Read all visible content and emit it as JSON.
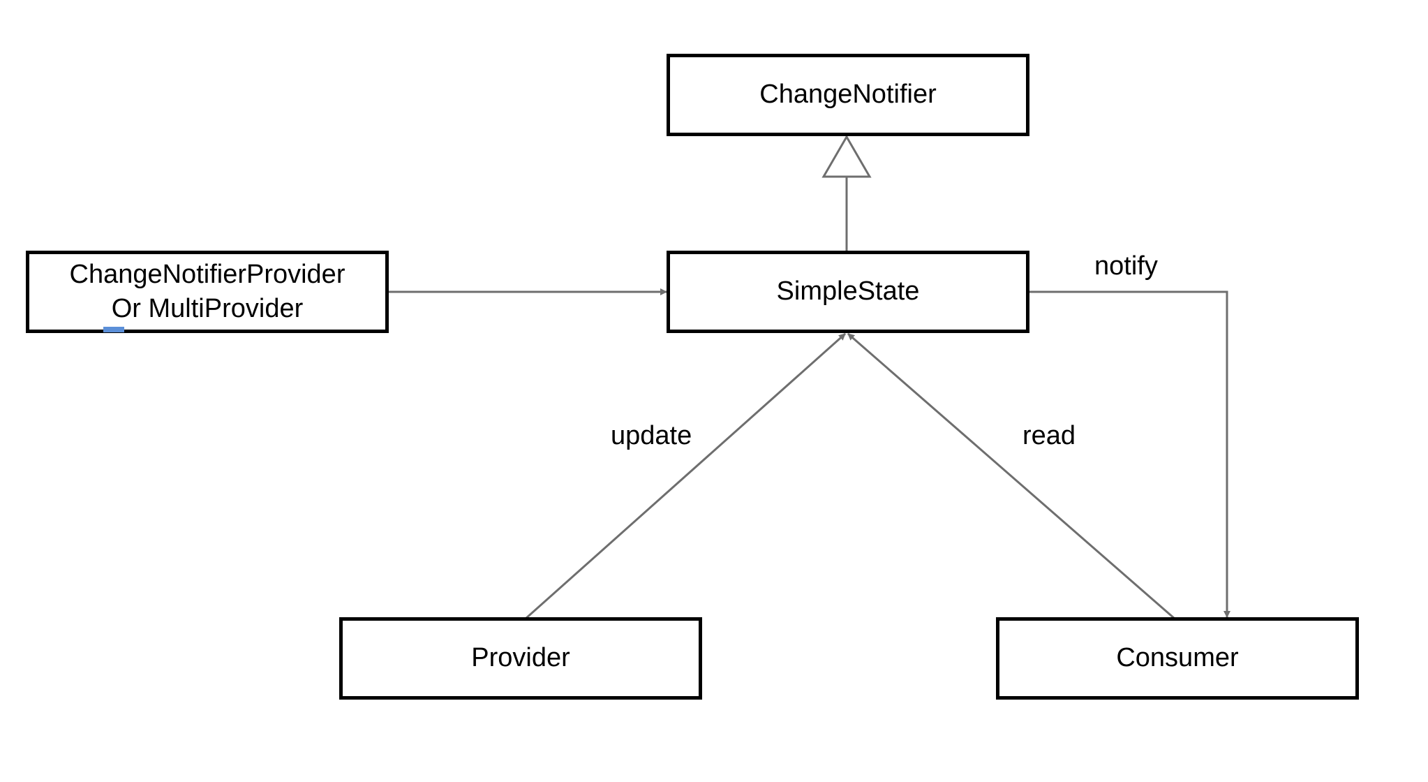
{
  "diagram": {
    "nodes": {
      "change_notifier": {
        "label": "ChangeNotifier"
      },
      "simple_state": {
        "label": "SimpleState"
      },
      "change_notifier_provider": {
        "line1": "ChangeNotifierProvider",
        "line2": "Or MultiProvider"
      },
      "provider": {
        "label": "Provider"
      },
      "consumer": {
        "label": "Consumer"
      }
    },
    "edges": [
      {
        "from": "simple_state",
        "to": "change_notifier",
        "kind": "inheritance",
        "label": ""
      },
      {
        "from": "change_notifier_provider",
        "to": "simple_state",
        "kind": "arrow",
        "label": ""
      },
      {
        "from": "provider",
        "to": "simple_state",
        "kind": "arrow",
        "label": "update"
      },
      {
        "from": "consumer",
        "to": "simple_state",
        "kind": "arrow",
        "label": "read"
      },
      {
        "from": "simple_state",
        "to": "consumer",
        "kind": "arrow",
        "label": "notify"
      }
    ],
    "line_color": "#6e6e6e",
    "box_border_color": "#000000"
  }
}
